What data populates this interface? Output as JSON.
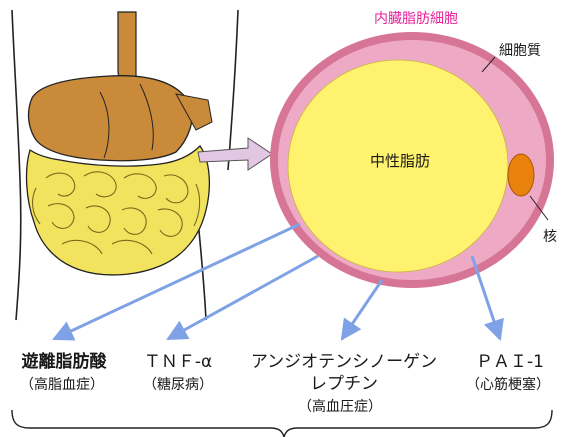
{
  "title": "内臓脂肪細胞",
  "labels": {
    "cytoplasm": "細胞質",
    "fat": "中性脂肪",
    "nucleus": "核"
  },
  "secretions": [
    {
      "name": "遊離脂肪酸",
      "effect": "（高脂血症）"
    },
    {
      "name": "ＴＮＦ-α",
      "effect": "（糖尿病）"
    },
    {
      "name": "アンジオテンシノーゲン",
      "name2": "レプチン",
      "effect": "（高血圧症）"
    },
    {
      "name": "ＰＡＩ-1",
      "effect": "（心筋梗塞）"
    }
  ],
  "colors": {
    "title": "#e8229a",
    "cell_membrane": "#d77596",
    "cytoplasm": "#eeaac4",
    "fat": "#fff26e",
    "nucleus": "#e8820c",
    "arrows": "#7fa2e6",
    "big_arrow": "#e2c7e2",
    "organs_liver": "#c98a3a",
    "organs_intestine": "#f1e35e"
  }
}
